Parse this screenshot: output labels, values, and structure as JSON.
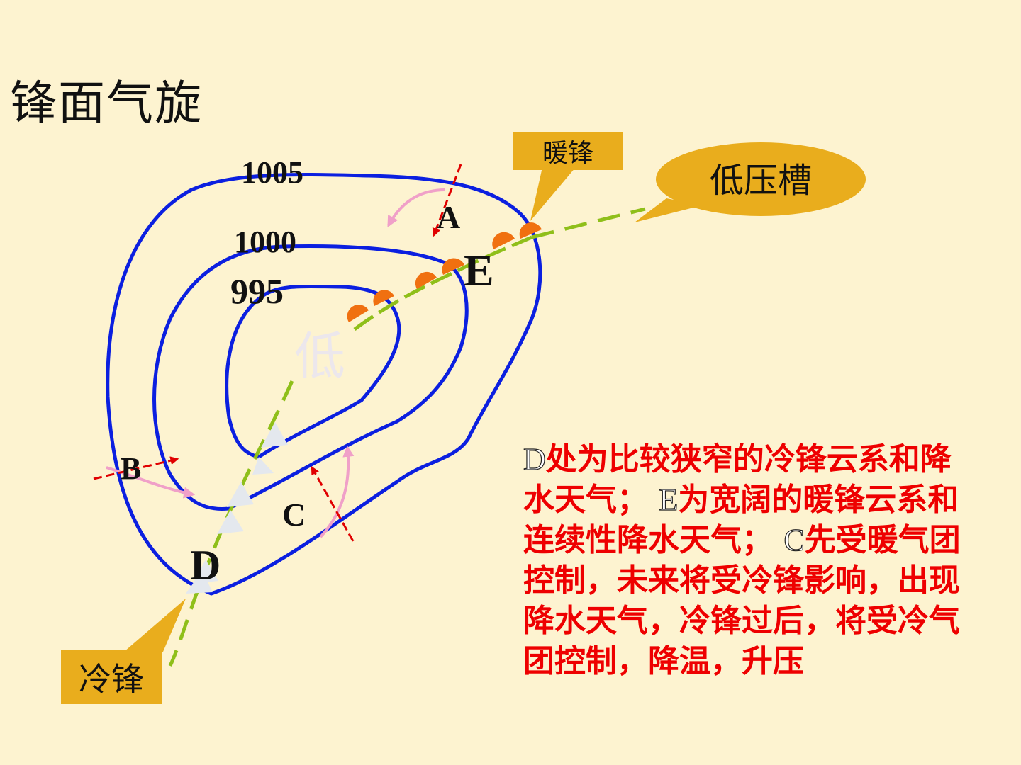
{
  "title": "锋面气旋",
  "isobars": {
    "outer": "1005",
    "middle": "1000",
    "inner": "995"
  },
  "center_label": "低",
  "points": {
    "A": "A",
    "B": "B",
    "C": "C",
    "D": "D",
    "E": "E"
  },
  "callouts": {
    "warm_front": "暖锋",
    "trough": "低压槽",
    "cold_front": "冷锋"
  },
  "explanation": [
    {
      "key": "D",
      "text": "处为比较狭窄的冷锋云系和降水天气；"
    },
    {
      "key": "E",
      "text": "为宽阔的暖锋云系和连续性降水天气；"
    },
    {
      "key": "C",
      "text": "先受暖气团控制，未来将受冷锋影响，出现降水天气，冷锋过后，将受冷气团控制，降温，升压"
    }
  ],
  "colors": {
    "background": "#fdf3d0",
    "isobar": "#0b1fe0",
    "front": "#8fbf1a",
    "warm_marker": "#f07010",
    "cold_marker": "#e4e8ee",
    "callout": "#e9ad1d",
    "wind": "#f0a0c8",
    "cross_line": "#e00000",
    "explanation": "#ee0000"
  }
}
